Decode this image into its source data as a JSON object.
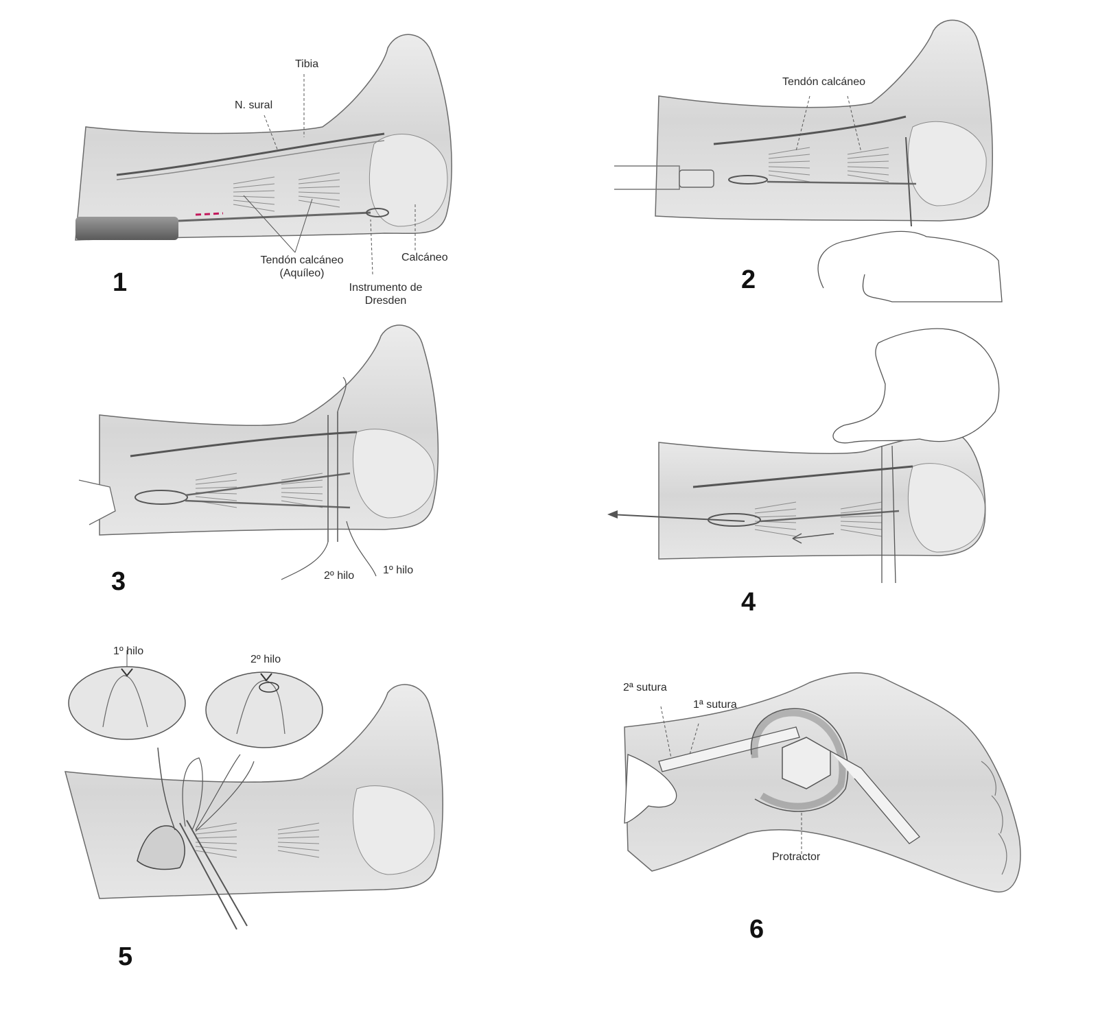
{
  "panels": [
    {
      "number": "1",
      "labels": {
        "tibia": "Tibia",
        "sural": "N. sural",
        "tendon": "Tendón calcáneo\n(Aquíleo)",
        "calcaneo": "Calcáneo",
        "instrument": "Instrumento de\nDresden"
      }
    },
    {
      "number": "2",
      "labels": {
        "tendon": "Tendón calcáneo"
      }
    },
    {
      "number": "3",
      "labels": {
        "hilo2": "2º hilo",
        "hilo1": "1º hilo"
      }
    },
    {
      "number": "4",
      "labels": {}
    },
    {
      "number": "5",
      "labels": {
        "hilo1": "1º hilo",
        "hilo2": "2º hilo"
      }
    },
    {
      "number": "6",
      "labels": {
        "sutura2": "2ª sutura",
        "sutura1": "1ª sutura",
        "protractor": "Protractor"
      }
    }
  ],
  "colors": {
    "skin": "#dedede",
    "skin_dark": "#c9c9c9",
    "line": "#4a4a4a",
    "instrument": "#777777",
    "marker": "#c2185b"
  }
}
